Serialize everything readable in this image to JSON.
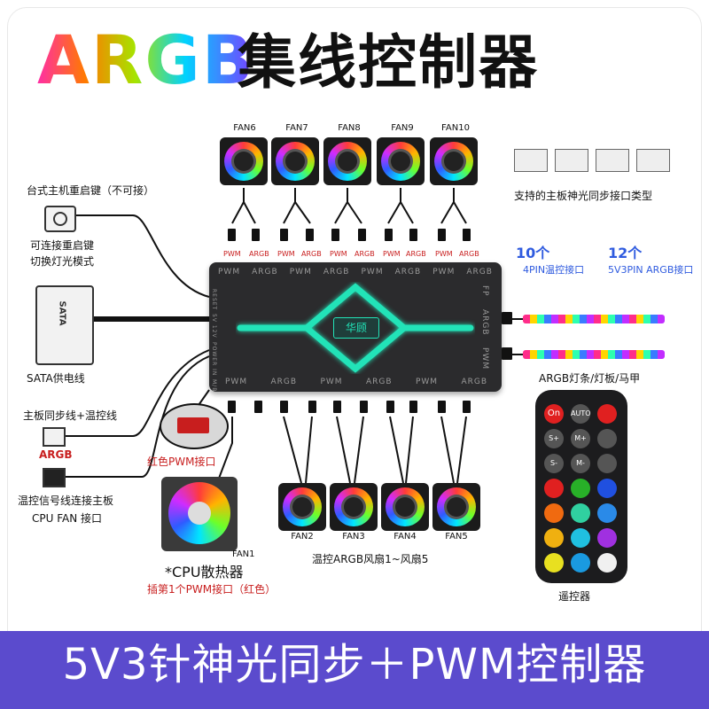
{
  "title": {
    "argb": "ARGB",
    "main": "集线控制器"
  },
  "fans_top": [
    "FAN6",
    "FAN7",
    "FAN8",
    "FAN9",
    "FAN10"
  ],
  "fans_bottom": [
    "FAN2",
    "FAN3",
    "FAN4",
    "FAN5"
  ],
  "fan1": "FAN1",
  "top_pin_labels": [
    "PWM",
    "ARGB",
    "PWM",
    "ARGB",
    "PWM",
    "ARGB",
    "PWM",
    "ARGB",
    "PWM",
    "ARGB"
  ],
  "hub": {
    "brand": "华顾",
    "top_edge": [
      "PWM",
      "ARGB",
      "PWM",
      "ARGB",
      "PWM",
      "ARGB",
      "PWM",
      "ARGB"
    ],
    "bottom_edge": [
      "PWM",
      "ARGB",
      "PWM",
      "ARGB",
      "PWM",
      "ARGB"
    ],
    "left_edge": [
      "RESET",
      "5V 12V",
      "POWER IN",
      "M/B"
    ],
    "right_edge": [
      "FP",
      "ARGB",
      "PWM"
    ]
  },
  "labels": {
    "reset_no_connect": "台式主机重启键（不可接）",
    "reset_can_connect_1": "可连接重启键",
    "reset_can_connect_2": "切换灯光模式",
    "sata": "SATA",
    "sata_power": "SATA供电线",
    "mb_sync": "主板同步线+温控线",
    "argb_red": "ARGB",
    "temp_signal_1": "温控信号线连接主板",
    "temp_signal_2": "CPU FAN 接口",
    "red_pwm": "红色PWM接口",
    "cpu_cooler": "*CPU散热器",
    "plug_first_pwm": "插第1个PWM接口（红色）",
    "temp_argb_fans": "温控ARGB风扇1~风扇5",
    "supported_types": "支持的主板神光同步接口类型",
    "count_4pin": "10个",
    "label_4pin": "4PIN温控接口",
    "count_5v3pin": "12个",
    "label_5v3pin": "5V3PIN ARGB接口",
    "argb_strip": "ARGB灯条/灯板/马甲",
    "remote": "遥控器"
  },
  "remote_buttons": [
    "On",
    "AUTO",
    "",
    "S+",
    "M+",
    "",
    "S-",
    "M-",
    "",
    "",
    "",
    "",
    "",
    "",
    "",
    "",
    "",
    "",
    "",
    "",
    ""
  ],
  "bottom_banner": "5V3针神光同步＋PWM控制器",
  "colors": {
    "banner": "#5b4bcd",
    "red": "#c81e1e",
    "hub_light": "#22e3b8"
  }
}
